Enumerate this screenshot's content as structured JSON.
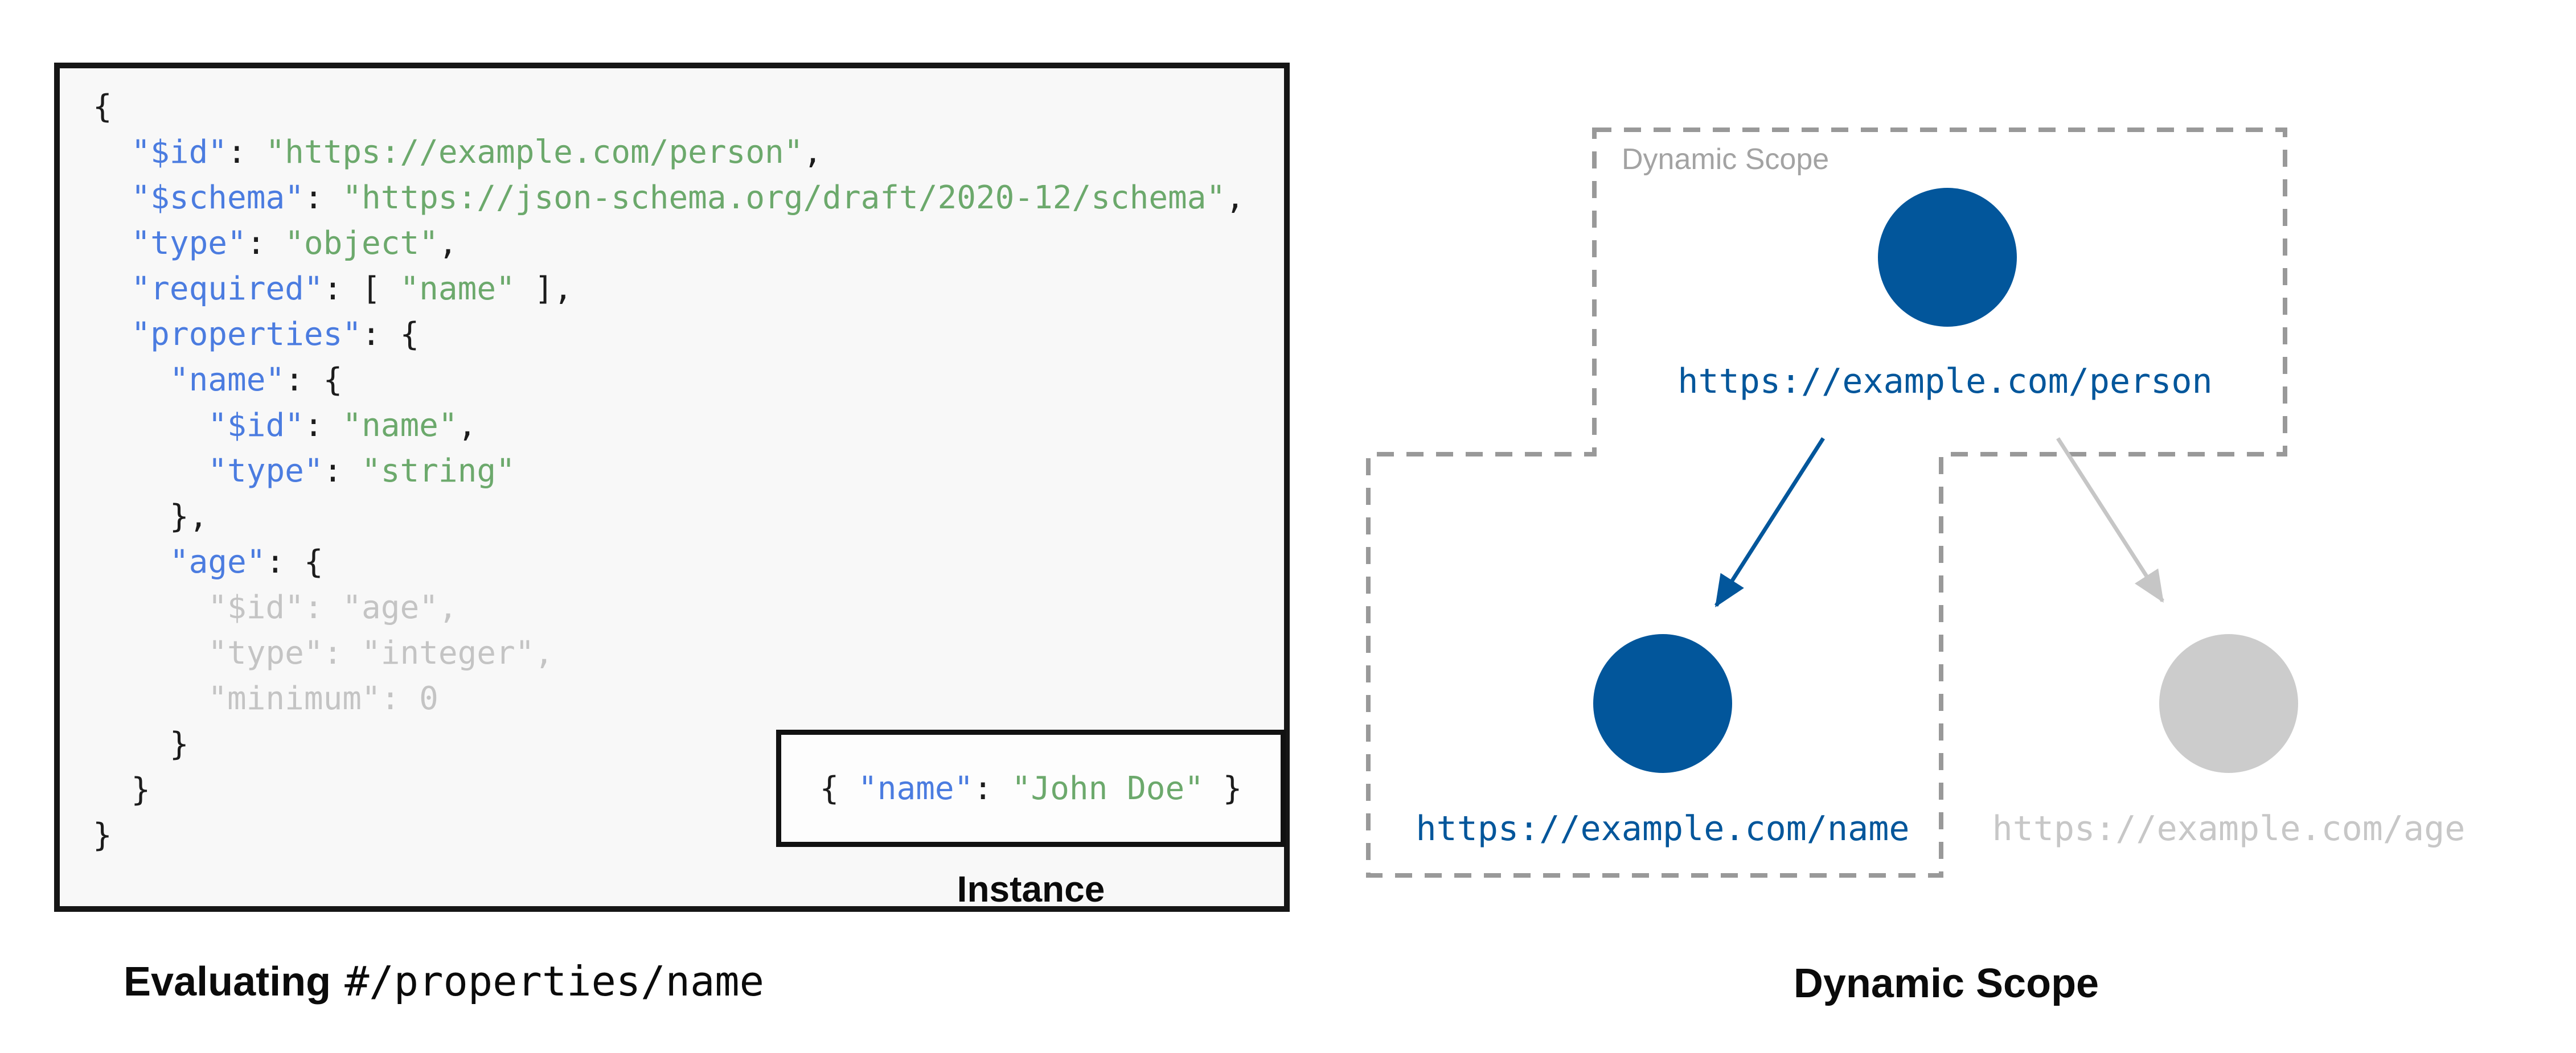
{
  "colors": {
    "key_blue": "#4b7ce0",
    "string_green": "#6ca96c",
    "punctuation_black": "#1c1c1c",
    "dimmed_gray": "#c4c4c4",
    "node_blue": "#02569b",
    "node_inactive_gray": "#cccccc",
    "inactive_label_gray": "#c7c7c7",
    "scope_border_gray": "#999999",
    "scope_label_gray": "#a3a3a3",
    "code_background": "#f8f8f8"
  },
  "schema_panel": {
    "lines": [
      [
        {
          "c": "p",
          "t": "{"
        }
      ],
      [
        {
          "c": "p",
          "t": "  "
        },
        {
          "c": "k",
          "t": "\"$id\""
        },
        {
          "c": "p",
          "t": ": "
        },
        {
          "c": "s",
          "t": "\"https://example.com/person\""
        },
        {
          "c": "p",
          "t": ","
        }
      ],
      [
        {
          "c": "p",
          "t": "  "
        },
        {
          "c": "k",
          "t": "\"$schema\""
        },
        {
          "c": "p",
          "t": ": "
        },
        {
          "c": "s",
          "t": "\"https://json-schema.org/draft/2020-12/schema\""
        },
        {
          "c": "p",
          "t": ","
        }
      ],
      [
        {
          "c": "p",
          "t": "  "
        },
        {
          "c": "k",
          "t": "\"type\""
        },
        {
          "c": "p",
          "t": ": "
        },
        {
          "c": "s",
          "t": "\"object\""
        },
        {
          "c": "p",
          "t": ","
        }
      ],
      [
        {
          "c": "p",
          "t": "  "
        },
        {
          "c": "k",
          "t": "\"required\""
        },
        {
          "c": "p",
          "t": ": [ "
        },
        {
          "c": "s",
          "t": "\"name\""
        },
        {
          "c": "p",
          "t": " ],"
        }
      ],
      [
        {
          "c": "p",
          "t": "  "
        },
        {
          "c": "k",
          "t": "\"properties\""
        },
        {
          "c": "p",
          "t": ": {"
        }
      ],
      [
        {
          "c": "p",
          "t": "    "
        },
        {
          "c": "k",
          "t": "\"name\""
        },
        {
          "c": "p",
          "t": ": {"
        }
      ],
      [
        {
          "c": "p",
          "t": "      "
        },
        {
          "c": "k",
          "t": "\"$id\""
        },
        {
          "c": "p",
          "t": ": "
        },
        {
          "c": "s",
          "t": "\"name\""
        },
        {
          "c": "p",
          "t": ","
        }
      ],
      [
        {
          "c": "p",
          "t": "      "
        },
        {
          "c": "k",
          "t": "\"type\""
        },
        {
          "c": "p",
          "t": ": "
        },
        {
          "c": "s",
          "t": "\"string\""
        }
      ],
      [
        {
          "c": "p",
          "t": "    },"
        }
      ],
      [
        {
          "c": "p",
          "t": "    "
        },
        {
          "c": "k",
          "t": "\"age\""
        },
        {
          "c": "p",
          "t": ": {"
        }
      ],
      [
        {
          "c": "d",
          "t": "      \"$id\": \"age\","
        }
      ],
      [
        {
          "c": "d",
          "t": "      \"type\": \"integer\","
        }
      ],
      [
        {
          "c": "d",
          "t": "      \"minimum\": 0"
        }
      ],
      [
        {
          "c": "p",
          "t": "    }"
        }
      ],
      [
        {
          "c": "p",
          "t": "  }"
        }
      ],
      [
        {
          "c": "p",
          "t": "}"
        }
      ]
    ]
  },
  "instance_panel": {
    "code_segments": [
      {
        "c": "p",
        "t": "{ "
      },
      {
        "c": "k",
        "t": "\"name\""
      },
      {
        "c": "p",
        "t": ": "
      },
      {
        "c": "s",
        "t": "\"John Doe\""
      },
      {
        "c": "p",
        "t": " }"
      }
    ],
    "label": "Instance"
  },
  "left_caption": {
    "bold": "Evaluating",
    "mono": "#/properties/name"
  },
  "right_diagram": {
    "scope_label": "Dynamic Scope",
    "caption": "Dynamic Scope",
    "nodes": [
      {
        "id": "person",
        "url": "https://example.com/person",
        "state": "active"
      },
      {
        "id": "name",
        "url": "https://example.com/name",
        "state": "active"
      },
      {
        "id": "age",
        "url": "https://example.com/age",
        "state": "inactive"
      }
    ]
  }
}
